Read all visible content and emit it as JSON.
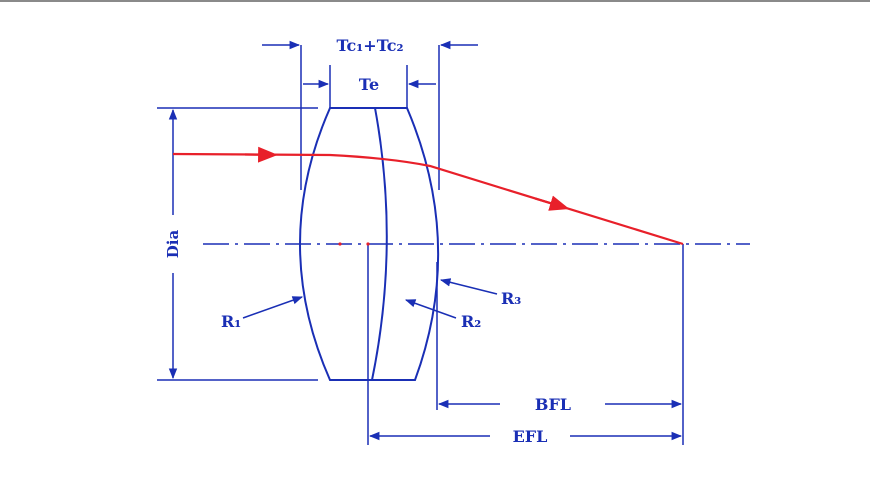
{
  "colors": {
    "line": "#1a2fb5",
    "ray": "#e8202a",
    "background": "#ffffff"
  },
  "labels": {
    "thickness_sum": "Tc₁+Tc₂",
    "edge_thickness": "Te",
    "diameter": "Dia",
    "r1": "R₁",
    "r2": "R₂",
    "r3": "R₃",
    "bfl": "BFL",
    "efl": "EFL"
  }
}
